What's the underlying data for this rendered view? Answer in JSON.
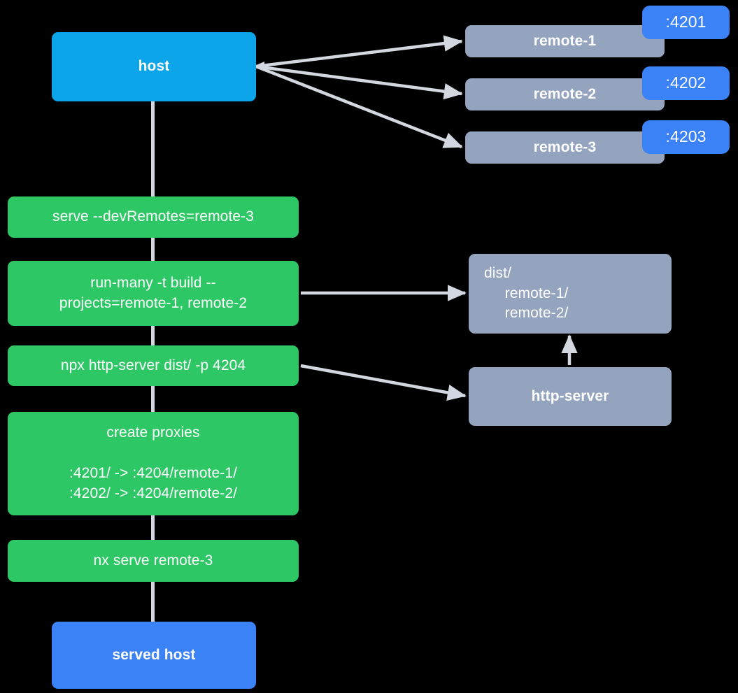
{
  "diagram": {
    "title": "Nx module federation host and remotes serve flow",
    "background_color": "#000000",
    "colors": {
      "host": "#0CA5E9",
      "served_host": "#3B82F6",
      "remote": "#94A3BE",
      "command": "#2DC766",
      "badge": "#3B82F6",
      "edge": "#D3D8E0",
      "text": "#FFFFFF"
    }
  },
  "nodes": {
    "host": {
      "label": "host"
    },
    "remotes": [
      {
        "label": "remote-1",
        "port": ":4201"
      },
      {
        "label": "remote-2",
        "port": ":4202"
      },
      {
        "label": "remote-3",
        "port": ":4203"
      }
    ],
    "commands": [
      {
        "id": "serve-dev-remotes",
        "label": "serve --devRemotes=remote-3"
      },
      {
        "id": "run-many-build",
        "label": "run-many -t build --\nprojects=remote-1, remote-2"
      },
      {
        "id": "npx-http-server",
        "label": "npx http-server dist/ -p 4204"
      },
      {
        "id": "create-proxies",
        "label": "create proxies\n\n:4201/ -> :4204/remote-1/\n:4202/ -> :4204/remote-2/"
      },
      {
        "id": "nx-serve-remote-3",
        "label": "nx serve remote-3"
      }
    ],
    "dist": {
      "label": "dist/\n     remote-1/\n     remote-2/"
    },
    "http_server": {
      "label": "http-server"
    },
    "served_host": {
      "label": "served host"
    }
  }
}
